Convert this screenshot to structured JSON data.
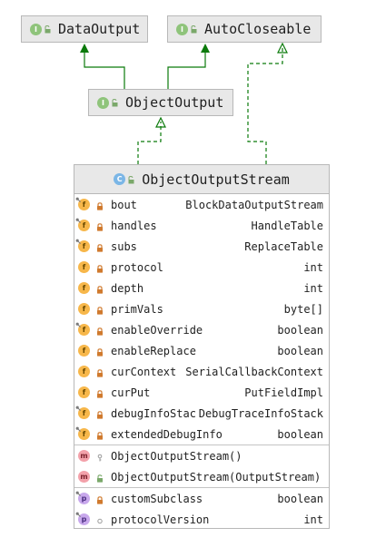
{
  "interfaces": [
    {
      "id": "data-output",
      "name": "DataOutput",
      "kind": "I"
    },
    {
      "id": "auto-closeable",
      "name": "AutoCloseable",
      "kind": "I"
    },
    {
      "id": "object-output",
      "name": "ObjectOutput",
      "kind": "I"
    }
  ],
  "class": {
    "name": "ObjectOutputStream",
    "kind": "C",
    "fields": [
      {
        "name": "bout",
        "type": "BlockDataOutputStream",
        "kind": "f",
        "pinned": true
      },
      {
        "name": "handles",
        "type": "HandleTable",
        "kind": "f",
        "pinned": true
      },
      {
        "name": "subs",
        "type": "ReplaceTable",
        "kind": "f",
        "pinned": true
      },
      {
        "name": "protocol",
        "type": "int",
        "kind": "f",
        "pinned": false
      },
      {
        "name": "depth",
        "type": "int",
        "kind": "f",
        "pinned": false
      },
      {
        "name": "primVals",
        "type": "byte[]",
        "kind": "f",
        "pinned": false
      },
      {
        "name": "enableOverride",
        "type": "boolean",
        "kind": "f",
        "pinned": true
      },
      {
        "name": "enableReplace",
        "type": "boolean",
        "kind": "f",
        "pinned": false
      },
      {
        "name": "curContext",
        "type": "SerialCallbackContext",
        "kind": "f",
        "pinned": false
      },
      {
        "name": "curPut",
        "type": "PutFieldImpl",
        "kind": "f",
        "pinned": false
      },
      {
        "name": "debugInfoStack",
        "type": "DebugTraceInfoStack",
        "kind": "f",
        "pinned": true
      },
      {
        "name": "extendedDebugInfo",
        "type": "boolean",
        "kind": "f",
        "pinned": true
      }
    ],
    "constructors": [
      {
        "signature": "ObjectOutputStream()",
        "kind": "m",
        "visibility": "protected"
      },
      {
        "signature": "ObjectOutputStream(OutputStream)",
        "kind": "m",
        "visibility": "public"
      }
    ],
    "properties": [
      {
        "name": "customSubclass",
        "type": "boolean",
        "kind": "p",
        "visibility": "private",
        "pinned": true
      },
      {
        "name": "protocolVersion",
        "type": "int",
        "kind": "p",
        "visibility": "package",
        "pinned": true
      }
    ]
  },
  "colors": {
    "implements": "#0b7a0b",
    "box_fill": "#e8e8e8",
    "box_border": "#b8b8b8",
    "interface_badge": "#8fc47b",
    "class_badge": "#7bb6e6",
    "field_badge": "#f7b74a",
    "method_badge": "#f3a1aa",
    "property_badge": "#c8a8ec",
    "lock": "#d07a2e"
  }
}
